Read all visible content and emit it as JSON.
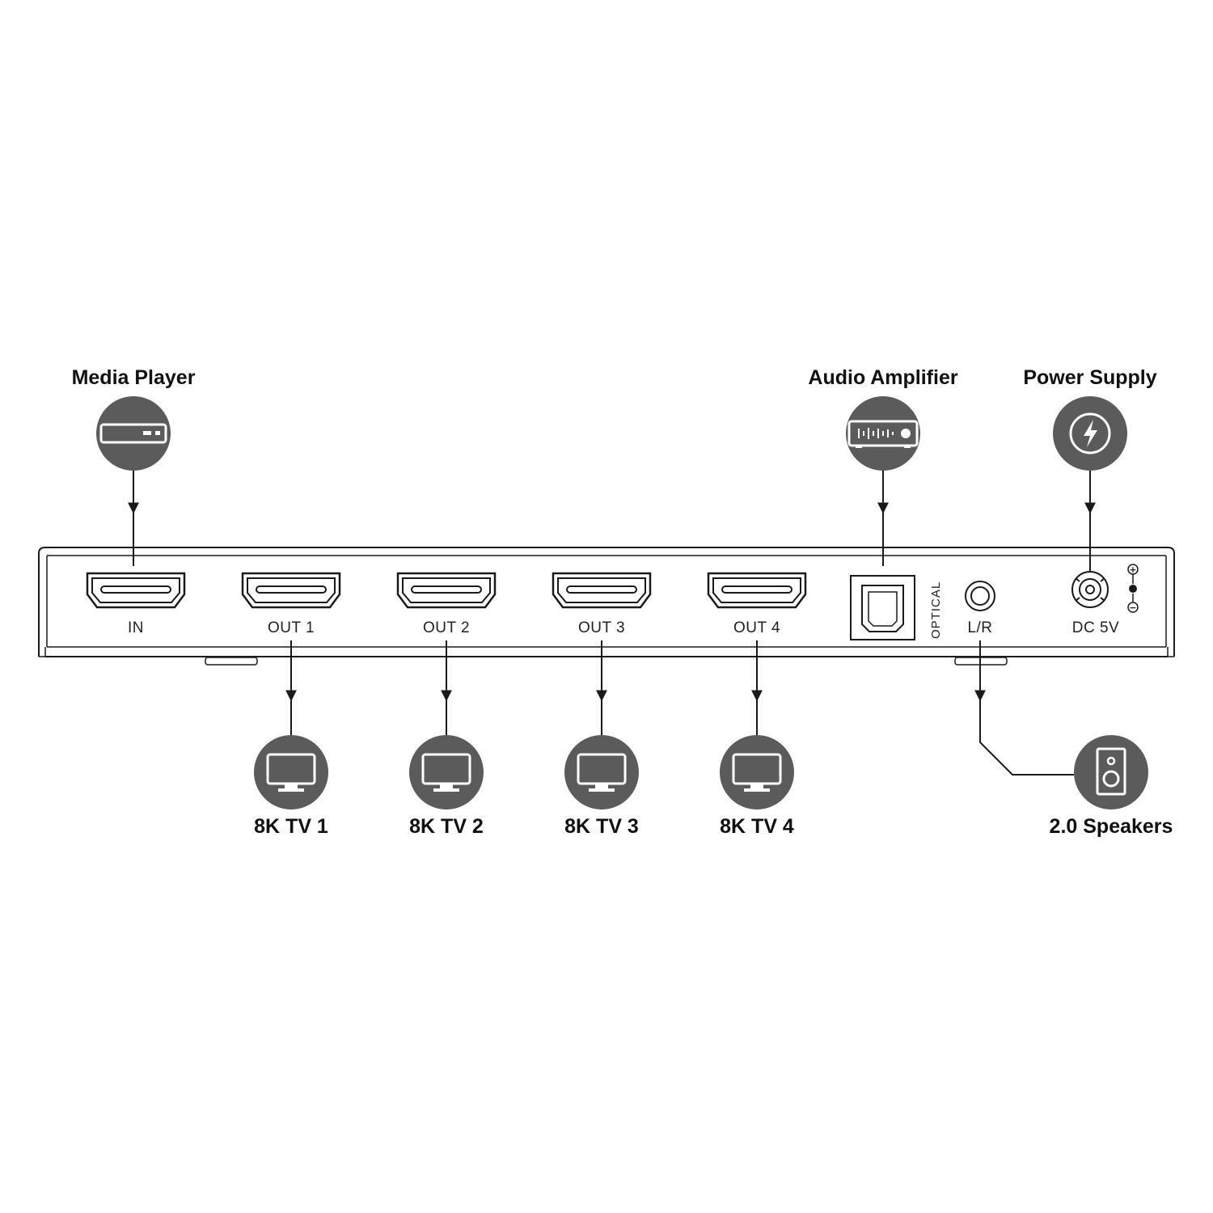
{
  "devices": {
    "media_player": "Media Player",
    "audio_amplifier": "Audio Amplifier",
    "power_supply": "Power Supply",
    "tv1": "8K TV 1",
    "tv2": "8K TV 2",
    "tv3": "8K TV 3",
    "tv4": "8K TV 4",
    "speakers": "2.0 Speakers"
  },
  "ports": {
    "in": "IN",
    "out1": "OUT 1",
    "out2": "OUT 2",
    "out3": "OUT 3",
    "out4": "OUT 4",
    "optical": "OPTICAL",
    "lr": "L/R",
    "dc": "DC 5V",
    "plus": "+",
    "minus": "−"
  },
  "icons": {
    "media_player": "media-player-icon",
    "audio_amplifier": "amplifier-icon",
    "power_supply": "lightning-icon",
    "tv": "tv-icon",
    "speakers": "speaker-icon"
  },
  "colors": {
    "icon_circle": "#5b5b5b",
    "line": "#1a1a1a",
    "background": "#ffffff"
  }
}
